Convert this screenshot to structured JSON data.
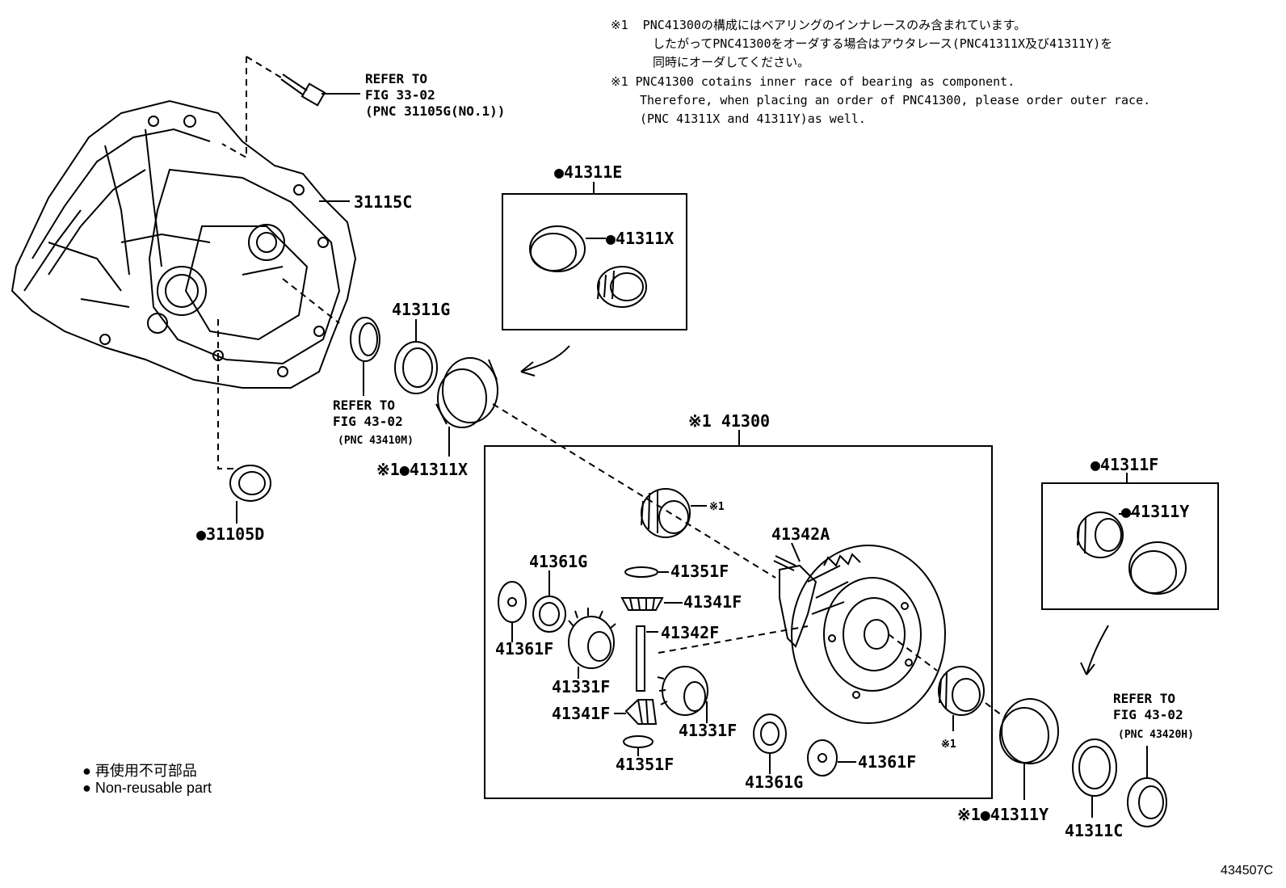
{
  "notes": {
    "jp_line1": "※1  PNC41300の構成にはベアリングのインナレースのみ含まれています。",
    "jp_line2": "したがってPNC41300をオーダする場合はアウタレース(PNC41311X及び41311Y)を",
    "jp_line3": "同時にオーダしてください。",
    "en_line1": "※1 PNC41300 cotains inner race of bearing as component.",
    "en_line2": "Therefore, when placing an order of PNC41300, please order outer race.",
    "en_line3": "(PNC 41311X and 41311Y)as well."
  },
  "refs": {
    "top_l1": "REFER TO",
    "top_l2": "FIG 33-02",
    "top_l3": "(PNC 31105G(NO.1))",
    "mid_l1": "REFER TO",
    "mid_l2": "FIG 43-02",
    "mid_l3": "(PNC 43410M)",
    "right_l1": "REFER TO",
    "right_l2": "FIG 43-02",
    "right_l3": "(PNC 43420H)"
  },
  "parts": {
    "p31115C": "31115C",
    "p41311E": "●41311E",
    "p41311X_box": "●41311X",
    "p41311G": "41311G",
    "p41311X": "※1●41311X",
    "p31105D": "●31105D",
    "p41300": "※1 41300",
    "star1_a": "※1",
    "star1_b": "※1",
    "p41342A": "41342A",
    "p41361G_a": "41361G",
    "p41351F_a": "41351F",
    "p41341F_a": "41341F",
    "p41342F": "41342F",
    "p41361F_a": "41361F",
    "p41331F_a": "41331F",
    "p41341F_b": "41341F",
    "p41331F_b": "41331F",
    "p41351F_b": "41351F",
    "p41361G_b": "41361G",
    "p41361F_b": "41361F",
    "p41311F": "●41311F",
    "p41311Y_box": "●41311Y",
    "p41311Y": "※1●41311Y",
    "p41311C": "41311C"
  },
  "legend": {
    "jp": "● 再使用不可部品",
    "en": "● Non-reusable part"
  },
  "figure_id": "434507C"
}
